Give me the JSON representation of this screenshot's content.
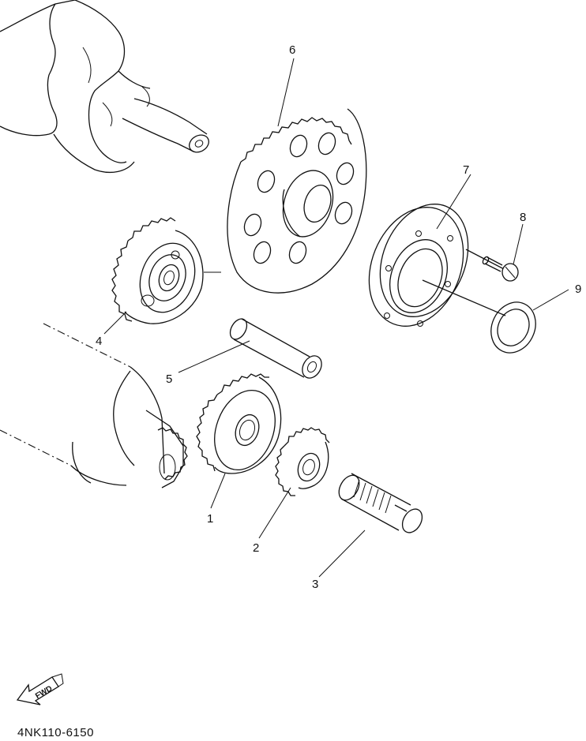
{
  "callouts": [
    "1",
    "2",
    "3",
    "4",
    "5",
    "6",
    "7",
    "8",
    "9"
  ],
  "fwd_label": "FWD",
  "diagram_code": "4NK110-6150"
}
